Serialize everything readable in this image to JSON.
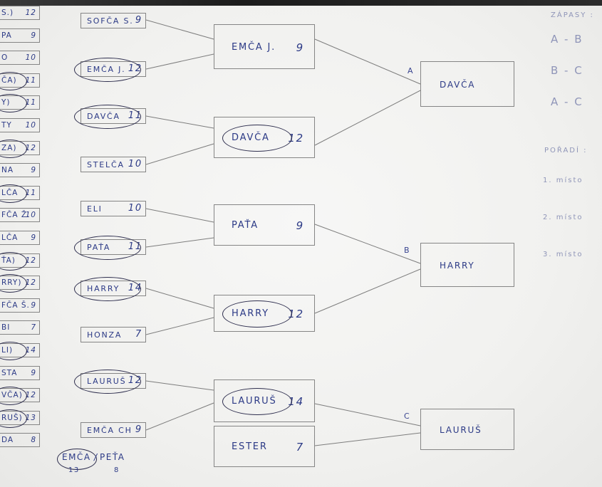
{
  "left_strip": [
    {
      "name": "S.)",
      "score": "12",
      "circled": false
    },
    {
      "name": "PA",
      "score": "9",
      "circled": false
    },
    {
      "name": "O",
      "score": "10",
      "circled": false
    },
    {
      "name": "ČA)",
      "score": "11",
      "circled": true
    },
    {
      "name": "Y)",
      "score": "11",
      "circled": true
    },
    {
      "name": "TY",
      "score": "10",
      "circled": false
    },
    {
      "name": "ZA)",
      "score": "12",
      "circled": true
    },
    {
      "name": "NA",
      "score": "9",
      "circled": false
    },
    {
      "name": "LČA",
      "score": "11",
      "circled": true
    },
    {
      "name": "FČA Ž.",
      "score": "10",
      "circled": false
    },
    {
      "name": "LČA",
      "score": "9",
      "circled": false
    },
    {
      "name": "ŤA)",
      "score": "12",
      "circled": true
    },
    {
      "name": "RRY)",
      "score": "12",
      "circled": true
    },
    {
      "name": "FČA Š.",
      "score": "9",
      "circled": false
    },
    {
      "name": "BI",
      "score": "7",
      "circled": false
    },
    {
      "name": "LI)",
      "score": "14",
      "circled": true
    },
    {
      "name": "STA",
      "score": "9",
      "circled": false
    },
    {
      "name": "VČA)",
      "score": "12",
      "circled": true
    },
    {
      "name": "RUŠ)",
      "score": "13",
      "circled": true
    },
    {
      "name": "DA",
      "score": "8",
      "circled": false
    }
  ],
  "bottom_names": {
    "a": "EMČA",
    "a_score": "13",
    "b": "PEŤA",
    "b_score": "8"
  },
  "round1": [
    {
      "name": "SOFČA S.",
      "score": "9"
    },
    {
      "name": "EMČA J.",
      "score": "12"
    },
    {
      "name": "DAVČA",
      "score": "11"
    },
    {
      "name": "STELČA",
      "score": "10"
    },
    {
      "name": "ELI",
      "score": "10"
    },
    {
      "name": "PAŤA",
      "score": "11"
    },
    {
      "name": "HARRY",
      "score": "14"
    },
    {
      "name": "HONZA",
      "score": "7"
    },
    {
      "name": "LAURUŠ",
      "score": "12"
    },
    {
      "name": "EMČA CH",
      "score": "9"
    }
  ],
  "round2": [
    {
      "name": "EMČA J.",
      "score": "9"
    },
    {
      "name": "DAVČA",
      "score": "12"
    },
    {
      "name": "PAŤA",
      "score": "9"
    },
    {
      "name": "HARRY",
      "score": "12"
    },
    {
      "name": "LAURUŠ",
      "score": "14"
    },
    {
      "name": "ESTER",
      "score": "7"
    }
  ],
  "winners": [
    {
      "group": "A",
      "name": "DAVČA"
    },
    {
      "group": "B",
      "name": "HARRY"
    },
    {
      "group": "C",
      "name": "LAURUŠ"
    }
  ],
  "matches": {
    "title": "ZÁPASY :",
    "list": [
      "A - B",
      "B - C",
      "A - C"
    ]
  },
  "ranking": {
    "title": "POŘADÍ :",
    "list": [
      "1. místo",
      "2. místo",
      "3. místo"
    ]
  }
}
